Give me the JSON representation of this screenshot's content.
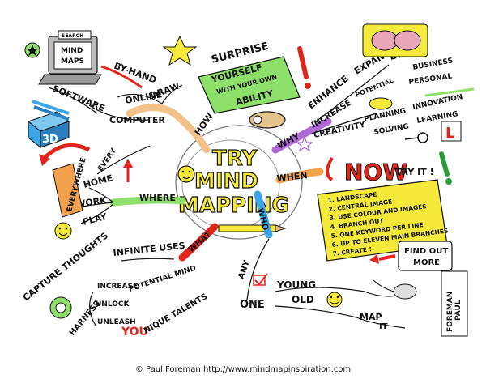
{
  "central": {
    "line1": "TRY",
    "line2": "MIND",
    "line3": "MAPPING"
  },
  "how": {
    "branch": "HOW",
    "computer": "COMPUTER",
    "online": "ONLINE",
    "draw": "DRAW",
    "by_hand": "BY-HAND",
    "software": "SOFTWARE",
    "three_d": "3D",
    "laptop_search": "SEARCH",
    "laptop_line1": "MIND",
    "laptop_line2": "MAPS"
  },
  "why": {
    "branch": "WHY",
    "enhance": "ENHANCE",
    "expand": "EXPAND",
    "brain": "BRAIN",
    "increase": "INCREASE",
    "potential": "POTENTIAL",
    "business": "BUSINESS",
    "personal": "PERSONAL",
    "creativity": "CREATIVITY",
    "planning": "PLANNING",
    "solving": "SOLVING",
    "innovation": "INNOVATION",
    "learning": "LEARNING",
    "learner_plate": "L",
    "surprise": "SURPRISE",
    "yourself": "YOURSELF",
    "with_your_own": "WITH YOUR OWN",
    "ability": "ABILITY"
  },
  "when": {
    "branch": "WHEN",
    "now": "NOW",
    "try_it": "TRY IT !",
    "steps": [
      "1. LANDSCAPE",
      "2. CENTRAL IMAGE",
      "3. USE COLOUR AND IMAGES",
      "4. BRANCH OUT",
      "5. ONE KEYWORD PER LINE",
      "6. UP TO ELEVEN MAIN BRANCHES",
      "7. CREATE !"
    ],
    "find_out": "FIND OUT",
    "more": "MORE"
  },
  "where": {
    "branch": "WHERE",
    "every": "EVERY",
    "home": "HOME",
    "work": "WORK",
    "play": "PLAY",
    "everywhere": "EVERYWHERE"
  },
  "what": {
    "branch": "WHAT",
    "infinite_uses": "INFINITE USES",
    "capture_thoughts": "CAPTURE THOUGHTS",
    "harness": "HARNESS",
    "increase": "INCREASE",
    "unlock": "UNLOCK",
    "unleash": "UNLEASH",
    "potential_mind": "POTENTIAL MIND",
    "you": "YOU",
    "nique_talents": "NIQUE TALENTS"
  },
  "who": {
    "branch": "WHO",
    "any": "ANY",
    "one": "ONE",
    "young": "YOUNG",
    "old": "OLD",
    "map": "MAP",
    "it": "IT"
  },
  "signature": {
    "line1": "PAUL",
    "line2": "FOREMAN"
  },
  "footer": "© Paul Foreman http://www.mindmapinspiration.com",
  "colors": {
    "yellow": "#f5e93a",
    "green": "#8ee06a",
    "red": "#e0261c",
    "blue": "#3aa6e8",
    "purple": "#b06ad8",
    "orange": "#f3a14a"
  }
}
